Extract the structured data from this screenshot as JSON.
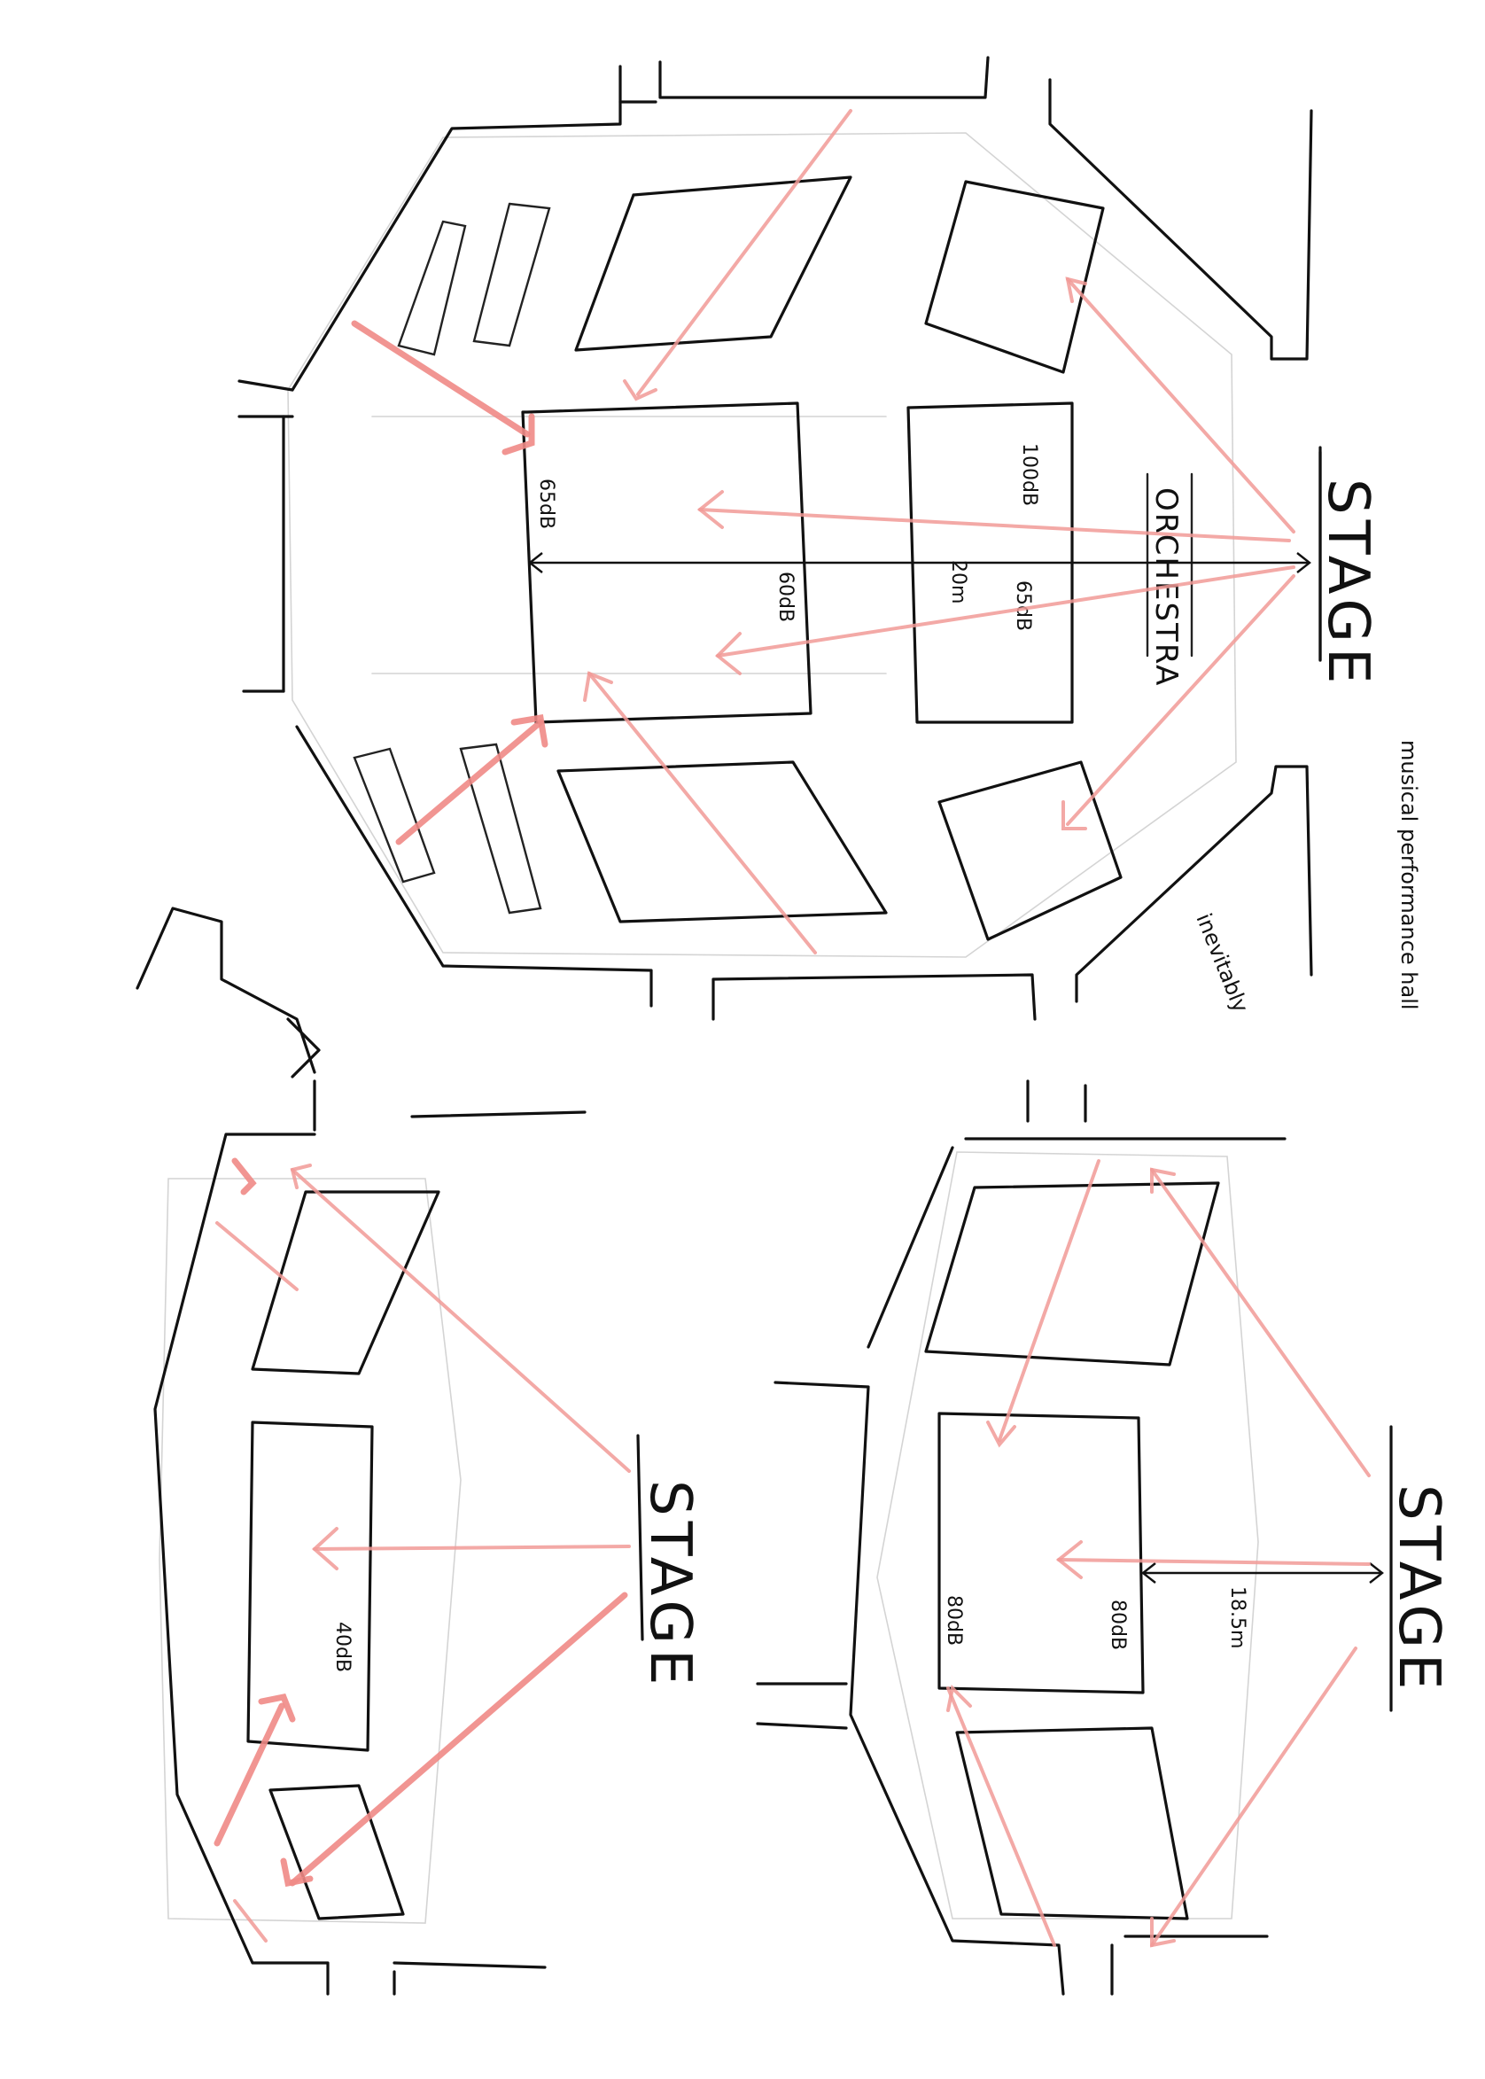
{
  "hall_top": {
    "stage": "STAGE",
    "orchestra": "ORCHESTRA",
    "dimension": "20m",
    "levels": [
      "65dB",
      "60dB",
      "100dB",
      "65dB"
    ]
  },
  "hall_bottom_left": {
    "stage": "STAGE",
    "levels": [
      "40dB"
    ]
  },
  "hall_bottom_right": {
    "stage": "STAGE",
    "dimension": "18.5m",
    "levels": [
      "80dB",
      "80dB"
    ]
  },
  "notes": {
    "title": "musical performance hall",
    "side_note": "inevitably"
  },
  "colors": {
    "ink": "#111111",
    "arrow": "#f08a86"
  }
}
